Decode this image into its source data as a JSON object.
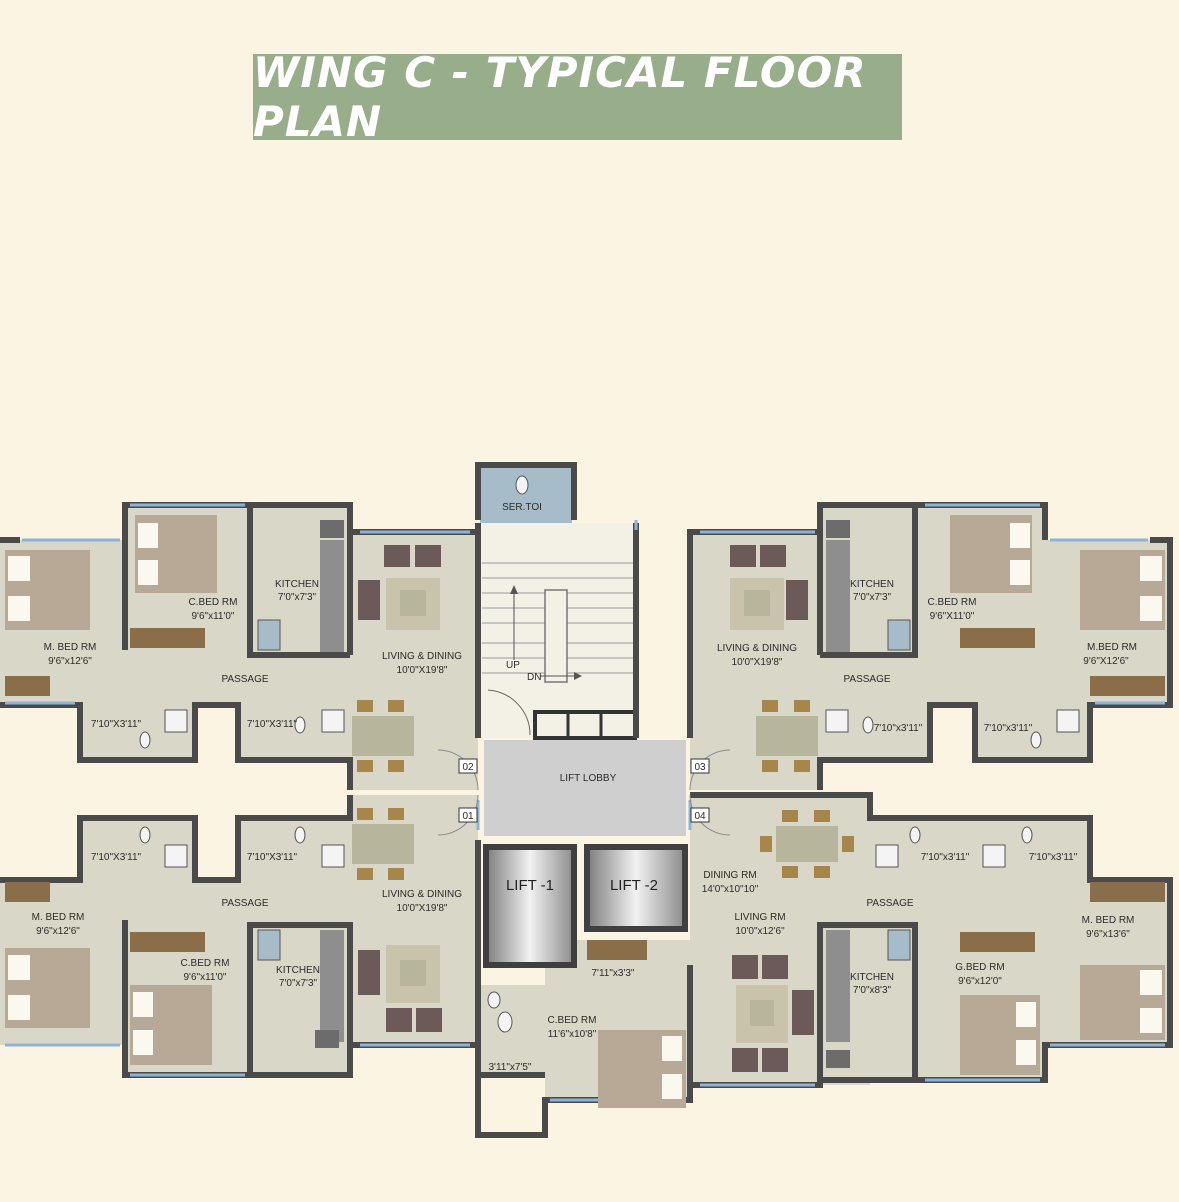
{
  "title": "WING C - TYPICAL FLOOR PLAN",
  "colors": {
    "background": "#fcf4e3",
    "banner": "#98ad8a",
    "floor": "#d9d7c8",
    "wall": "#4a4a4a",
    "window": "#8bb4d8",
    "furniture": "#b8a997",
    "sofa": "#6b5a58",
    "table": "#b7b59c",
    "lobby": "#cfcfcf",
    "toilet": "#a7bcc9"
  },
  "core": {
    "service_toilet": "SER.TOI",
    "lift_lobby": "LIFT LOBBY",
    "lift_1": "LIFT -1",
    "lift_2": "LIFT -2",
    "stair_up": "UP",
    "stair_down": "DN"
  },
  "flat_numbers": [
    "01",
    "02",
    "03",
    "04"
  ],
  "flat_02": {
    "m_bed": "M. BED RM",
    "m_bed_size": "9'6\"x12'6\"",
    "c_bed": "C.BED RM",
    "c_bed_size": "9'6\"x11'0\"",
    "kitchen": "KITCHEN",
    "kitchen_size": "7'0\"x7'3\"",
    "living": "LIVING & DINING",
    "living_size": "10'0\"X19'8\"",
    "passage": "PASSAGE",
    "toilet_1": "7'10\"X3'11\"",
    "toilet_2": "7'10\"X3'11\""
  },
  "flat_03": {
    "m_bed": "M.BED RM",
    "m_bed_size": "9'6\"X12'6\"",
    "c_bed": "C.BED RM",
    "c_bed_size": "9'6\"X11'0\"",
    "kitchen": "KITCHEN",
    "kitchen_size": "7'0\"x7'3\"",
    "living": "LIVING & DINING",
    "living_size": "10'0\"X19'8\"",
    "passage": "PASSAGE",
    "toilet_1": "7'10\"x3'11\"",
    "toilet_2": "7'10\"x3'11\""
  },
  "flat_01": {
    "m_bed": "M. BED RM",
    "m_bed_size": "9'6\"x12'6\"",
    "c_bed": "C.BED RM",
    "c_bed_size": "9'6\"x11'0\"",
    "kitchen": "KITCHEN",
    "kitchen_size": "7'0\"x7'3\"",
    "living": "LIVING & DINING",
    "living_size": "10'0\"X19'8\"",
    "passage": "PASSAGE",
    "toilet_1": "7'10\"X3'11\"",
    "toilet_2": "7'10\"X3'11\""
  },
  "flat_04": {
    "dining": "DINING RM",
    "dining_size": "14'0\"x10\"10\"",
    "living": "LIVING RM",
    "living_size": "10'0\"x12'6\"",
    "kitchen": "KITCHEN",
    "kitchen_size": "7'0\"x8'3\"",
    "g_bed": "G.BED RM",
    "g_bed_size": "9'6\"x12'0\"",
    "m_bed": "M. BED RM",
    "m_bed_size": "9'6\"x13'6\"",
    "c_bed": "C.BED RM",
    "c_bed_size": "11'6\"x10'8\"",
    "passage": "PASSAGE",
    "toilet_1": "7'10\"x3'11\"",
    "toilet_2": "7'10\"x3'11\"",
    "toilet_3": "7'11\"x3'3\"",
    "toilet_4": "3'11\"x7'5\""
  }
}
